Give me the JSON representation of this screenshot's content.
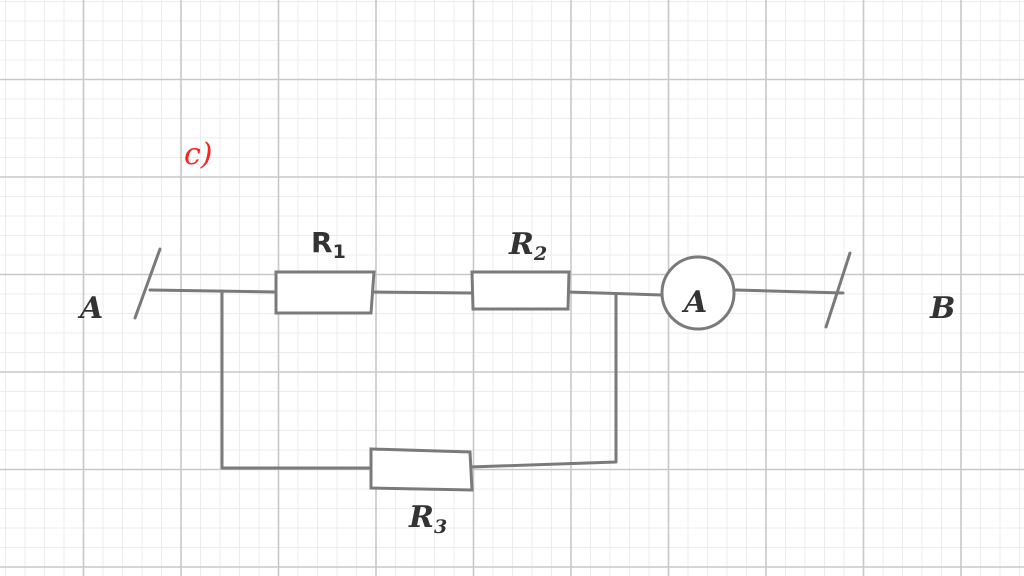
{
  "diagram": {
    "part_label": "c)",
    "terminal_left": "A",
    "terminal_right": "B",
    "ammeter": "A",
    "r1": {
      "base": "R",
      "sub": "1"
    },
    "r2": {
      "base": "R",
      "sub": "2"
    },
    "r3": {
      "base": "R",
      "sub": "3"
    }
  },
  "colors": {
    "grid_major": "#c8c8c8",
    "grid_minor": "#ececec",
    "wire": "#7a7a7a",
    "part_label": "#ff2020",
    "text": "#333333"
  }
}
